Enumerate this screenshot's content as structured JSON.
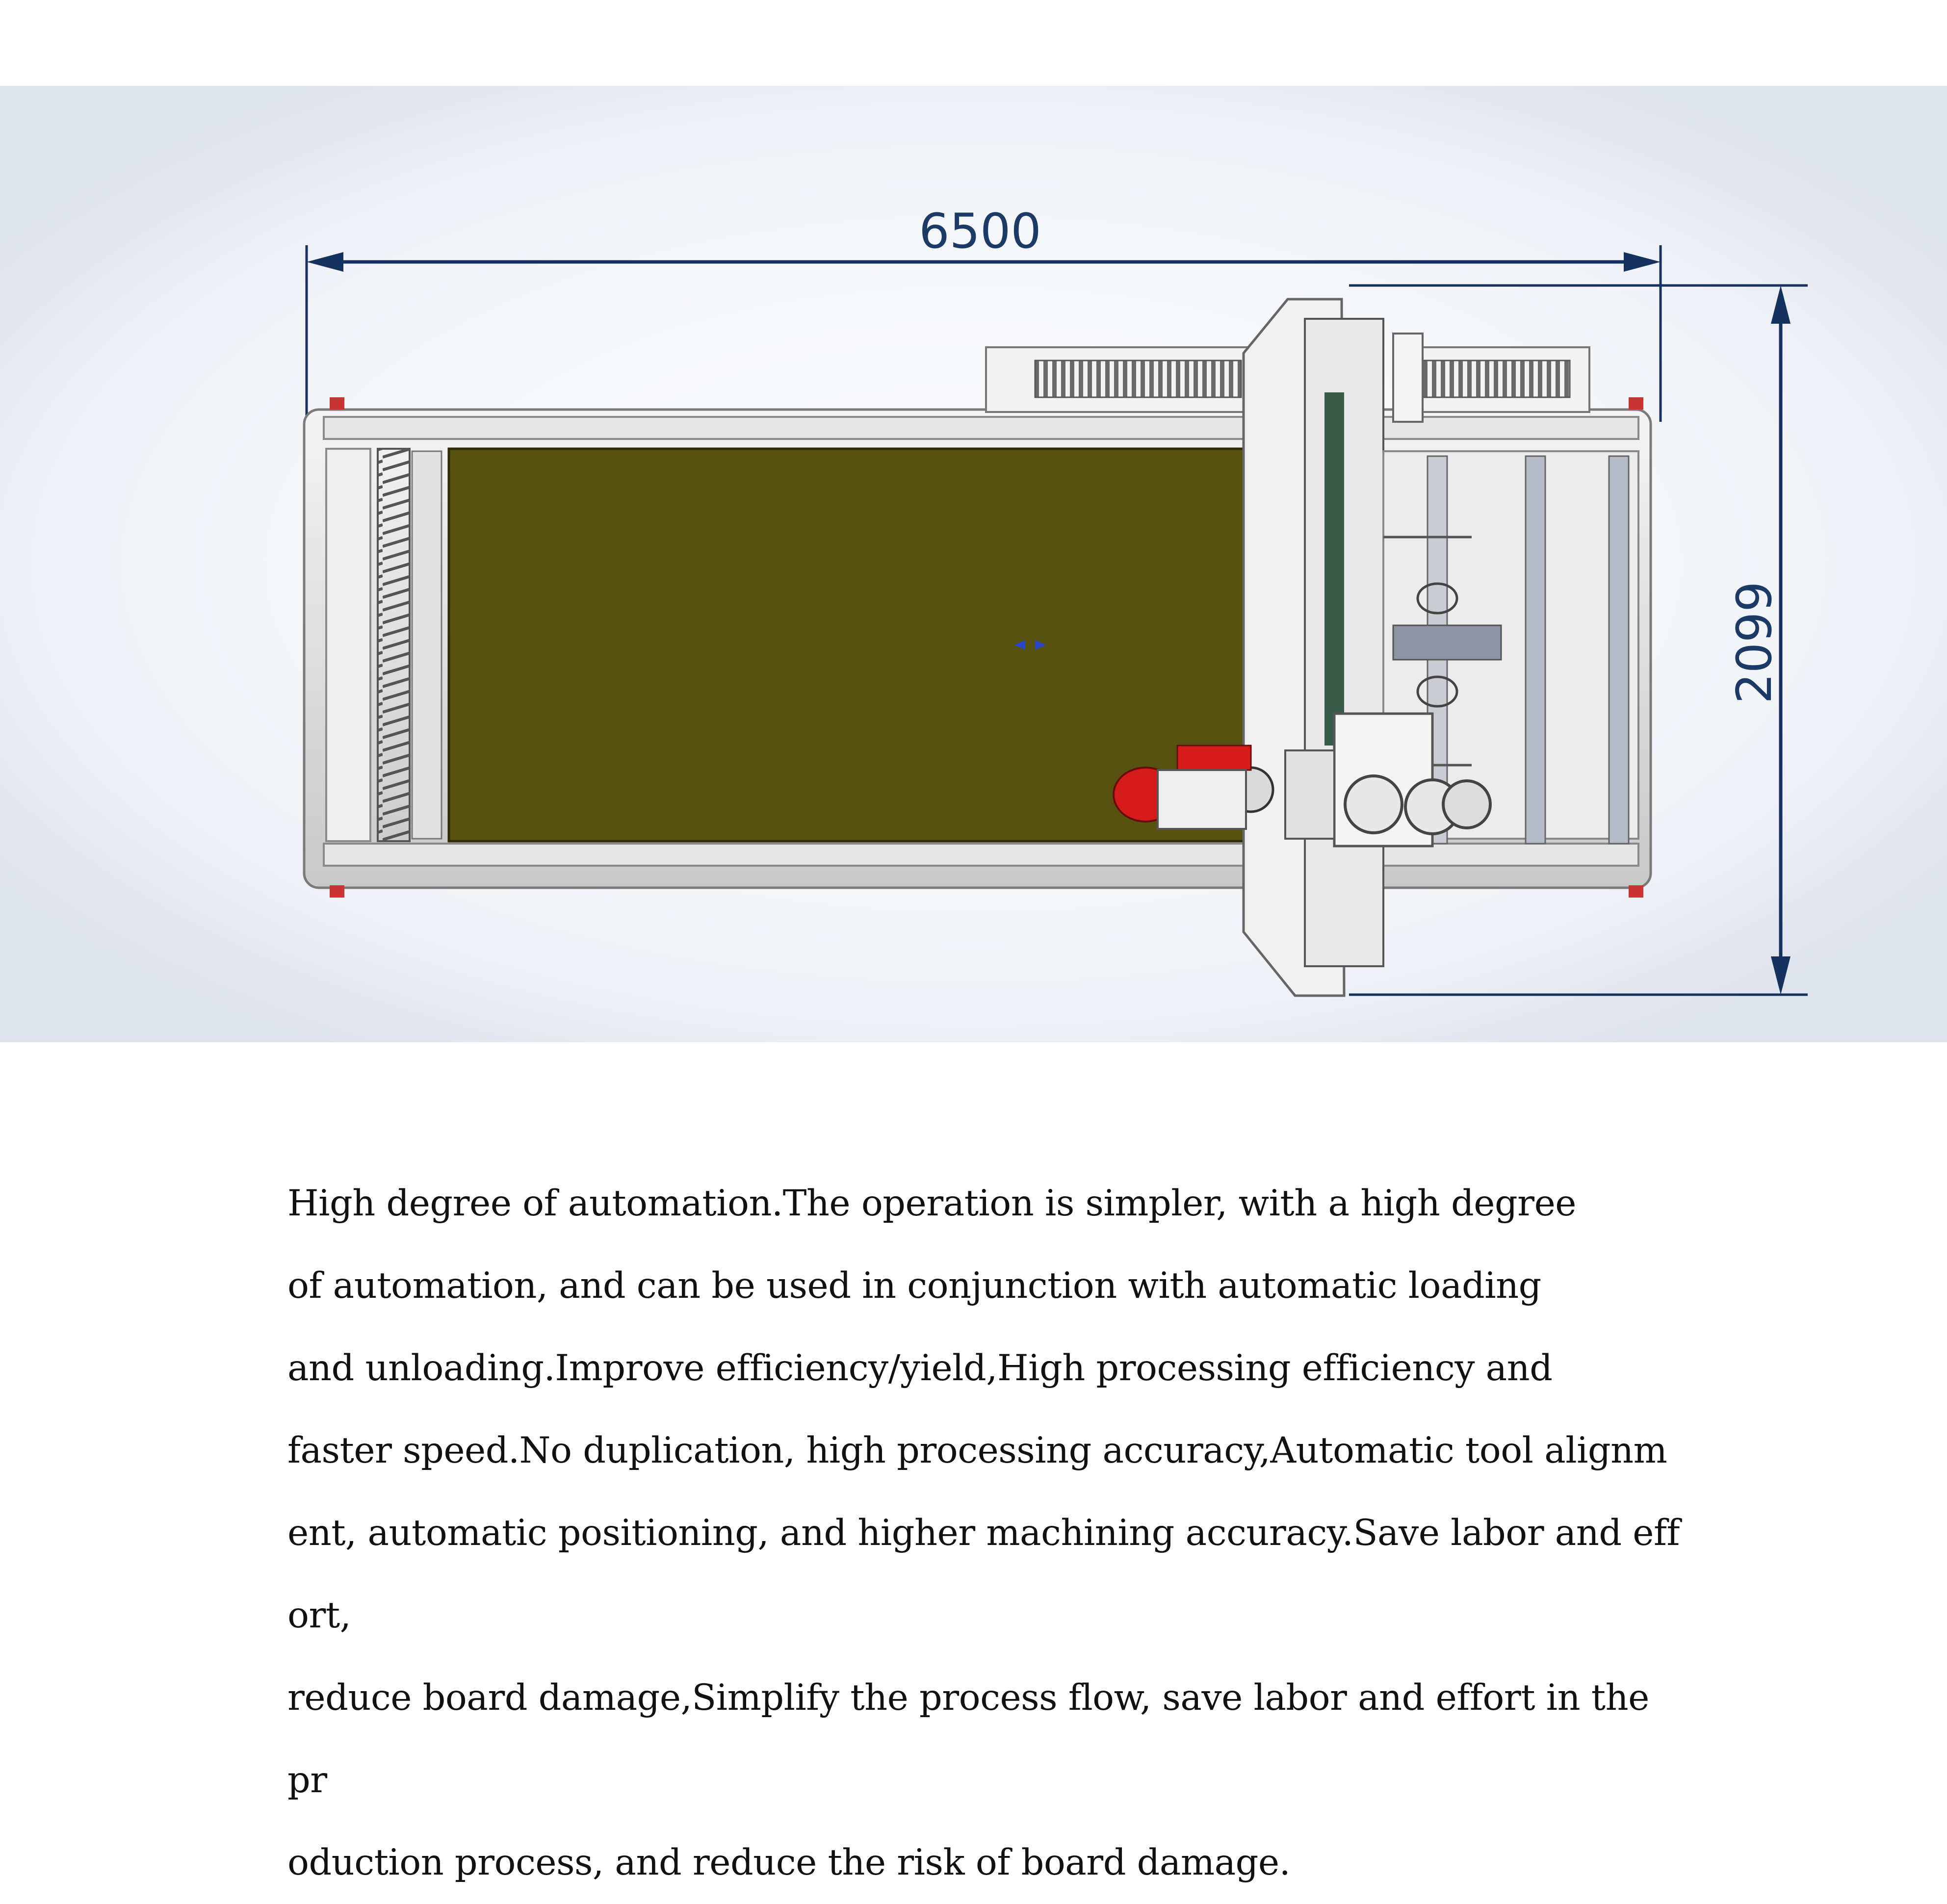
{
  "drawing": {
    "dimension_width": "6500",
    "dimension_height": "2099",
    "dimension_color": "#15325e",
    "table_color": "#575210",
    "frame_color": "#d9d9d9",
    "accent_color": "#d61b1b"
  },
  "description": {
    "text": "High degree of automation.The operation is simpler, with a high degree\nof automation, and can be used in conjunction with automatic loading\nand unloading.Improve efficiency/yield,High processing efficiency and\nfaster speed.No duplication,   high processing accuracy,Automatic tool alignm\nent, automatic positioning, and higher machining accuracy.Save labor and effort,\nreduce board damage,Simplify the process flow, save labor and effort in the pr\noduction process, and reduce the risk of board damage."
  }
}
